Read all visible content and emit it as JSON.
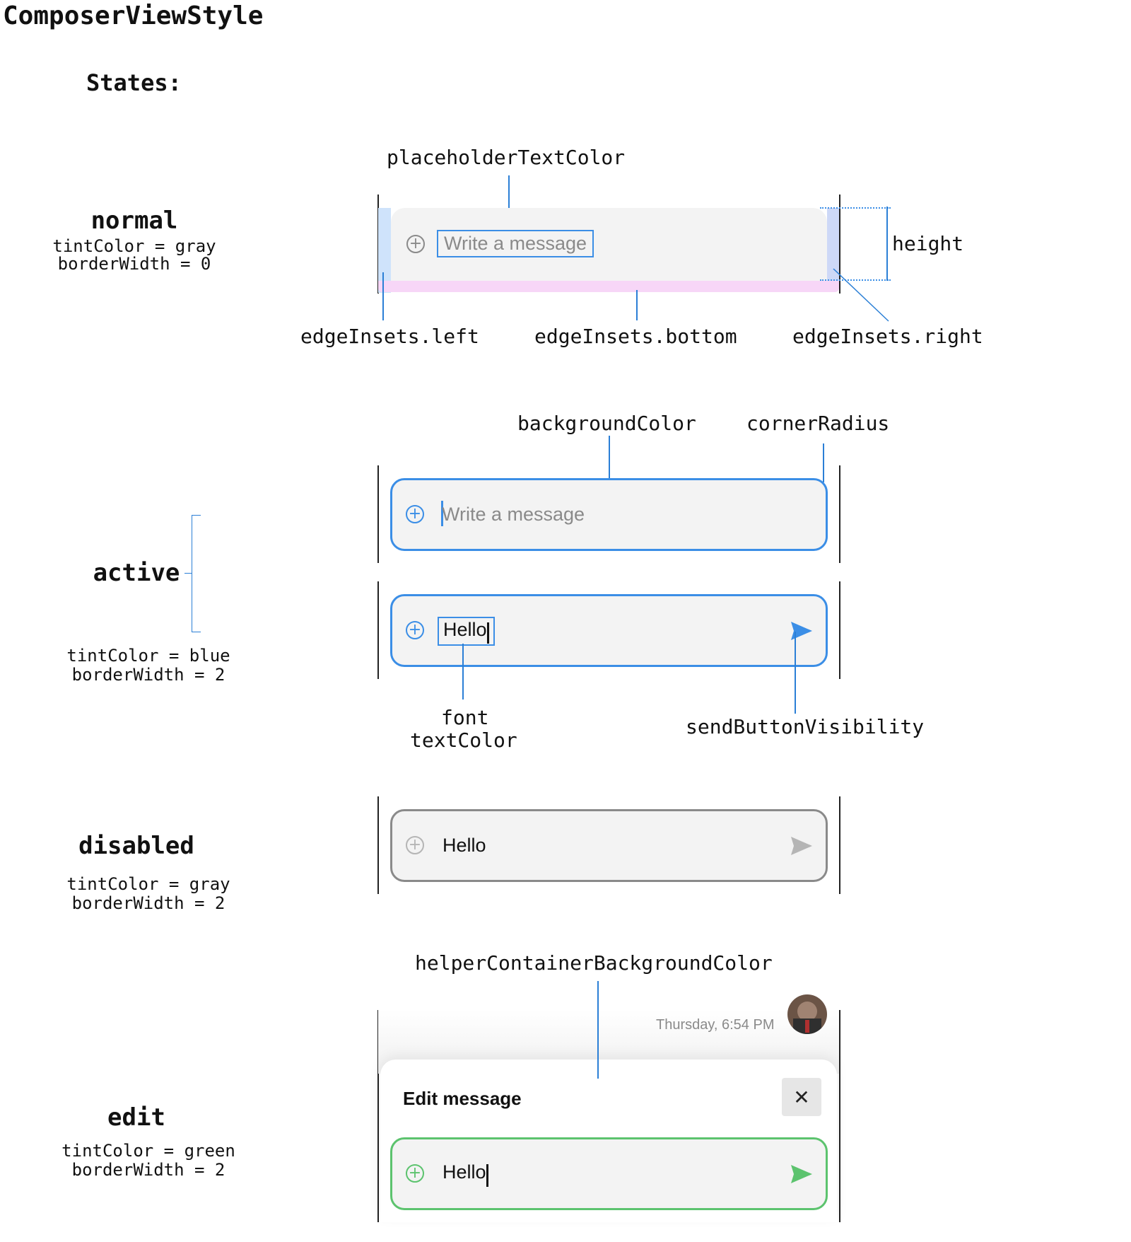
{
  "title": "ComposerViewStyle",
  "states_heading": "States:",
  "states": {
    "normal": {
      "name": "normal",
      "tint": "tintColor = gray",
      "border": "borderWidth = 0"
    },
    "active": {
      "name": "active",
      "tint": "tintColor = blue",
      "border": "borderWidth = 2"
    },
    "disabled": {
      "name": "disabled",
      "tint": "tintColor = gray",
      "border": "borderWidth = 2"
    },
    "edit": {
      "name": "edit",
      "tint": "tintColor = green",
      "border": "borderWidth = 2"
    }
  },
  "callouts": {
    "placeholder_text_color": "placeholderTextColor",
    "height": "height",
    "edge_insets_left": "edgeInsets.left",
    "edge_insets_bottom": "edgeInsets.bottom",
    "edge_insets_right": "edgeInsets.right",
    "background_color": "backgroundColor",
    "corner_radius": "cornerRadius",
    "font": "font",
    "text_color": "textColor",
    "send_button_visibility": "sendButtonVisibility",
    "helper_container_background_color": "helperContainerBackgroundColor"
  },
  "composer": {
    "placeholder": "Write a message",
    "text": "Hello"
  },
  "edit_panel": {
    "timestamp": "Thursday, 6:54 PM",
    "title": "Edit message",
    "close_glyph": "✕"
  },
  "colors": {
    "blue": "#3b8ee6",
    "gray": "#8a8a8a",
    "green": "#5cc36e",
    "composer_bg": "#f3f3f3",
    "inset_left": "#cfe3fb",
    "inset_bottom": "#f7d6f7",
    "inset_right": "#cdd8f7"
  },
  "icons": {
    "attach": "plus-circle-icon",
    "send": "send-arrow-icon",
    "close": "close-icon"
  }
}
